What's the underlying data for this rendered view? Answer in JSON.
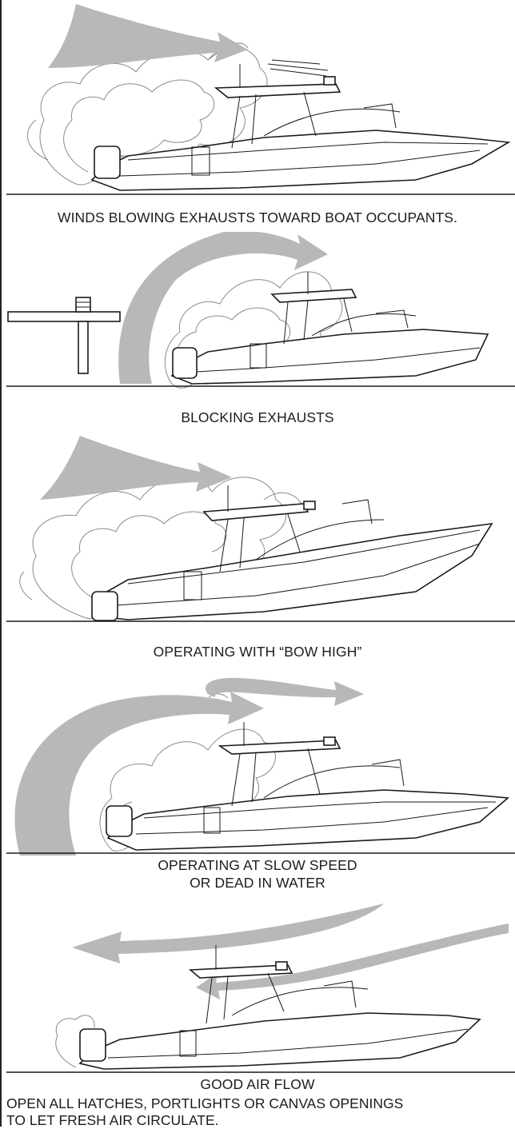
{
  "scenes": [
    {
      "caption": "WINDS BLOWING EXHAUSTS TOWARD BOAT OCCUPANTS."
    },
    {
      "caption": "BLOCKING EXHAUSTS"
    },
    {
      "caption": "OPERATING WITH “BOW HIGH”"
    },
    {
      "caption_line1": "OPERATING AT SLOW SPEED",
      "caption_line2": "OR DEAD IN WATER"
    },
    {
      "caption": "GOOD AIR FLOW"
    }
  ],
  "footer": {
    "line1": "OPEN ALL HATCHES, PORTLIGHTS  OR CANVAS OPENINGS",
    "line2": "TO LET FRESH AIR CIRCULATE."
  },
  "colors": {
    "arrow": "#b8b8b8",
    "smoke": "#8a8a8a",
    "line": "#1a1a1a"
  }
}
